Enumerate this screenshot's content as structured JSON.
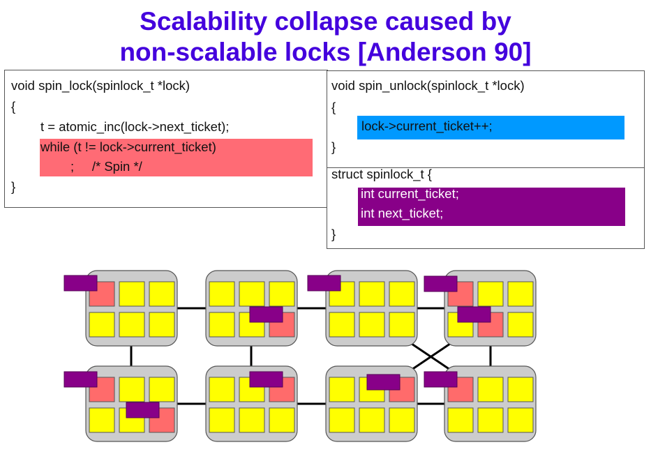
{
  "title": {
    "line1": "Scalability collapse caused by",
    "line2": "non-scalable locks [Anderson 90]"
  },
  "spin_lock_box": {
    "lines": [
      "void spin_lock(spinlock_t *lock)",
      "{",
      "t = atomic_inc(lock->next_ticket);",
      "while (t != lock->current_ticket)",
      ";     /* Spin */",
      "}"
    ],
    "highlight_color": "#ff6b75"
  },
  "spin_unlock_box": {
    "lines": [
      "void spin_unlock(spinlock_t *lock)",
      "{",
      "lock->current_ticket++;",
      "}"
    ],
    "highlight_color": "#0099ff"
  },
  "struct_box": {
    "lines": [
      "struct spinlock_t {",
      "int current_ticket;",
      "int next_ticket;",
      "}"
    ],
    "highlight_color": "#880088"
  },
  "diagram": {
    "colors": {
      "chip": "#cccccc",
      "core": "#ffff00",
      "core_spinning": "#ff6b6b",
      "lock_copy": "#880088",
      "link": "#000000"
    },
    "grid": "2 rows x 4 chips, 6 cores per chip (2x3)",
    "chips": [
      {
        "id": 1,
        "spinning_cores": [
          0
        ],
        "lock_copies": 1
      },
      {
        "id": 2,
        "spinning_cores": [
          5
        ],
        "lock_copies": 1
      },
      {
        "id": 3,
        "spinning_cores": [],
        "lock_copies": 1
      },
      {
        "id": 4,
        "spinning_cores": [
          0,
          4
        ],
        "lock_copies": 2
      },
      {
        "id": 5,
        "spinning_cores": [
          0,
          5
        ],
        "lock_copies": 2
      },
      {
        "id": 6,
        "spinning_cores": [
          2
        ],
        "lock_copies": 1
      },
      {
        "id": 7,
        "spinning_cores": [
          2
        ],
        "lock_copies": 1
      },
      {
        "id": 8,
        "spinning_cores": [
          0
        ],
        "lock_copies": 1
      }
    ],
    "links": [
      [
        1,
        2
      ],
      [
        2,
        3
      ],
      [
        3,
        4
      ],
      [
        5,
        6
      ],
      [
        6,
        7
      ],
      [
        7,
        8
      ],
      [
        1,
        5
      ],
      [
        2,
        6
      ],
      [
        4,
        8
      ],
      [
        3,
        8
      ],
      [
        4,
        7
      ]
    ]
  }
}
